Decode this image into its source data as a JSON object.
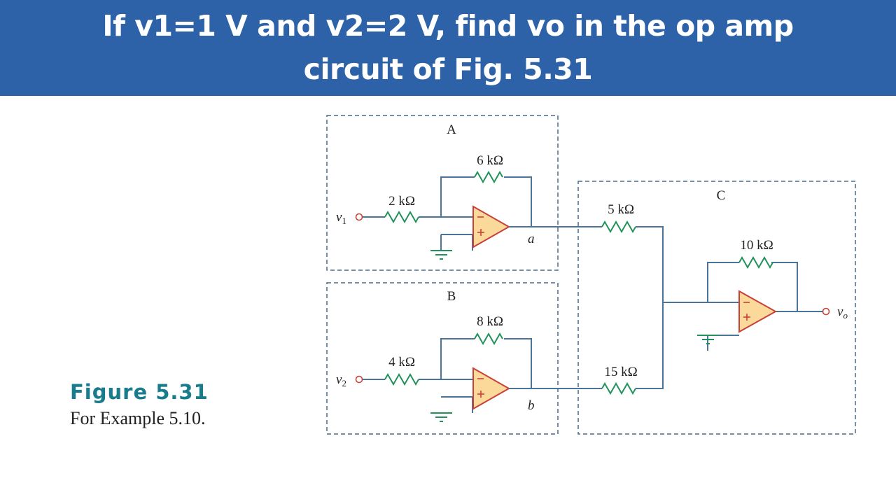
{
  "header": {
    "title_line1": "If v1=1 V and v2=2 V, find vo in the op amp",
    "title_line2": "circuit of Fig. 5.31",
    "background_color": "#2d62a8"
  },
  "figure": {
    "label": "Figure 5.31",
    "caption": "For Example 5.10."
  },
  "circuit": {
    "stages": [
      {
        "name": "A",
        "input": "v",
        "input_sub": "1",
        "input_resistor": "2 kΩ",
        "feedback_resistor": "6 kΩ",
        "output_node": "a"
      },
      {
        "name": "B",
        "input": "v",
        "input_sub": "2",
        "input_resistor": "4 kΩ",
        "feedback_resistor": "8 kΩ",
        "output_node": "b"
      },
      {
        "name": "C",
        "input_resistors": [
          "5 kΩ",
          "15 kΩ"
        ],
        "feedback_resistor": "10 kΩ",
        "output": "v",
        "output_sub": "o"
      }
    ],
    "colors": {
      "wire": "#4a7499",
      "resistor": "#21935a",
      "opamp_fill": "#fbd99b",
      "opamp_stroke": "#c9413a"
    }
  }
}
